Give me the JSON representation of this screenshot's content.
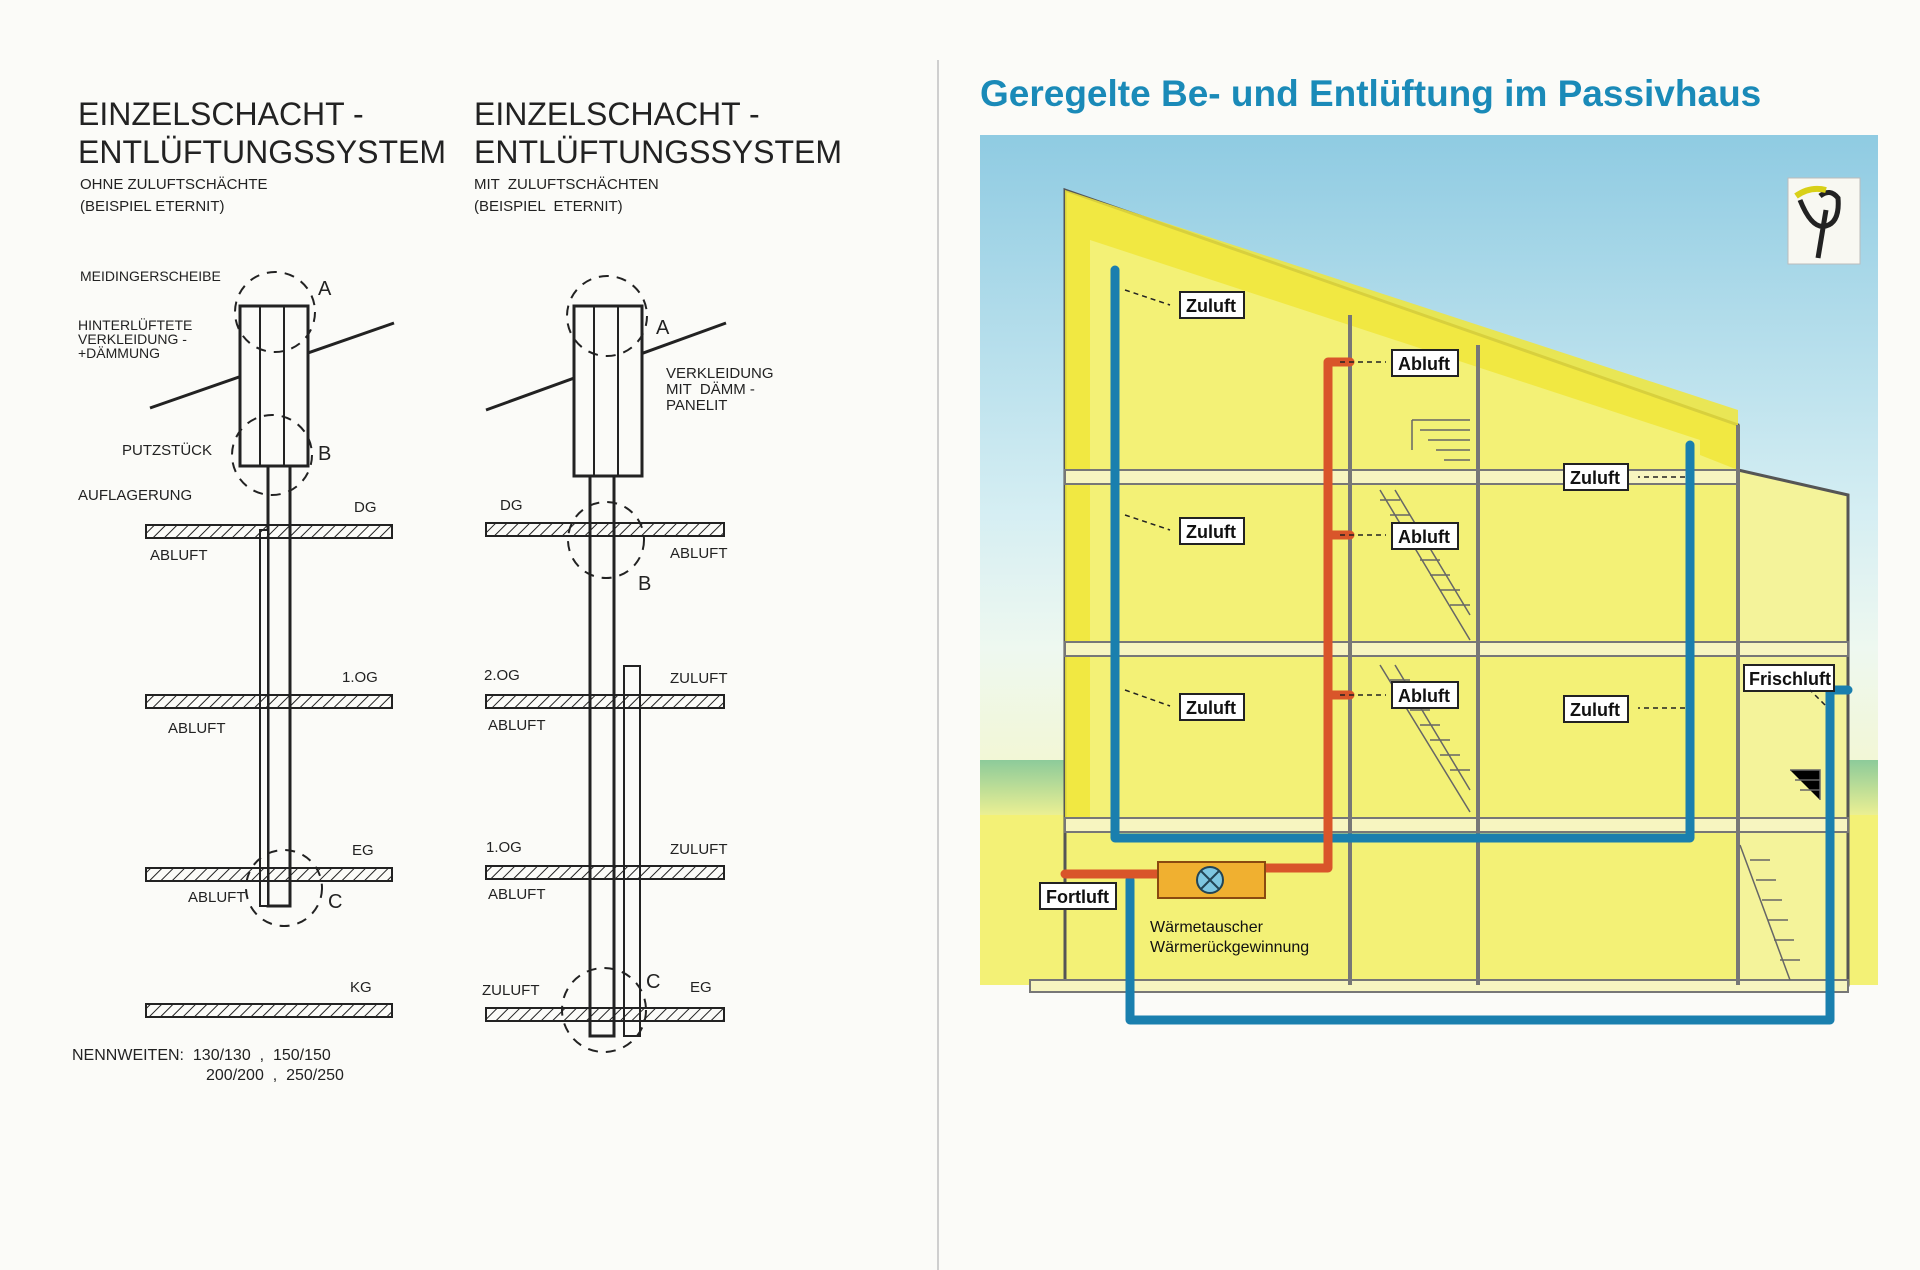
{
  "left_diagram": {
    "title_line1": "EINZELSCHACHT -",
    "title_line2": "ENTLÜFTUNGSSYSTEM",
    "sub_line1": "OHNE ZULUFTSCHÄCHTE",
    "sub_line2": "(BEISPIEL ETERNIT)",
    "labels": {
      "meidingerscheibe": "MEIDINGERSCHEIBE",
      "hinter_line1": "HINTERLÜFTETE",
      "hinter_line2": "VERKLEIDUNG -",
      "hinter_line3": "+DÄMMUNG",
      "putzstuck": "PUTZSTÜCK",
      "auflagerung": "AUFLAGERUNG",
      "dg": "DG",
      "og1": "1.OG",
      "eg": "EG",
      "kg": "KG",
      "abluft_dg": "ABLUFT",
      "abluft_og": "ABLUFT",
      "abluft_eg": "ABLUFT",
      "detail_a": "A",
      "detail_b": "B",
      "detail_c": "C"
    },
    "nennweiten_line1": "NENNWEITEN:  130/130  ,  150/150",
    "nennweiten_line2": "200/200  ,  250/250"
  },
  "middle_diagram": {
    "title_line1": "EINZELSCHACHT -",
    "title_line2": "ENTLÜFTUNGSSYSTEM",
    "sub_line1": "MIT  ZULUFTSCHÄCHTEN",
    "sub_line2": "(BEISPIEL  ETERNIT)",
    "labels": {
      "verkleidung_line1": "VERKLEIDUNG",
      "verkleidung_line2": "MIT  DÄMM -",
      "verkleidung_line3": "PANELIT",
      "dg": "DG",
      "og2": "2.OG",
      "og1": "1.OG",
      "eg": "EG",
      "abluft_dg": "ABLUFT",
      "abluft_2og": "ABLUFT",
      "abluft_1og": "ABLUFT",
      "zuluft_2og": "ZULUFT",
      "zuluft_1og": "ZULUFT",
      "zuluft_eg": "ZULUFT",
      "detail_a": "A",
      "detail_b": "B",
      "detail_c": "C"
    }
  },
  "right_diagram": {
    "title": "Geregelte Be- und Entlüftung im Passivhaus",
    "labels": {
      "zuluft_top": "Zuluft",
      "zuluft_mid_left": "Zuluft",
      "zuluft_low_left": "Zuluft",
      "zuluft_mid_right": "Zuluft",
      "zuluft_low_right": "Zuluft",
      "abluft_top": "Abluft",
      "abluft_mid": "Abluft",
      "abluft_low": "Abluft",
      "frischluft": "Frischluft",
      "fortluft": "Fortluft",
      "hx_line1": "Wärmetauscher",
      "hx_line2": "Wärmerückgewinnung"
    },
    "colors": {
      "supply_duct": "#1a7fae",
      "exhaust_duct": "#d9552a",
      "building_fill": "#f3f176",
      "roof_band": "#f0e63a",
      "sky": "#9fd3e6",
      "title": "#1a8ab8"
    },
    "logo_icon": "passivhaus-logo-icon"
  }
}
